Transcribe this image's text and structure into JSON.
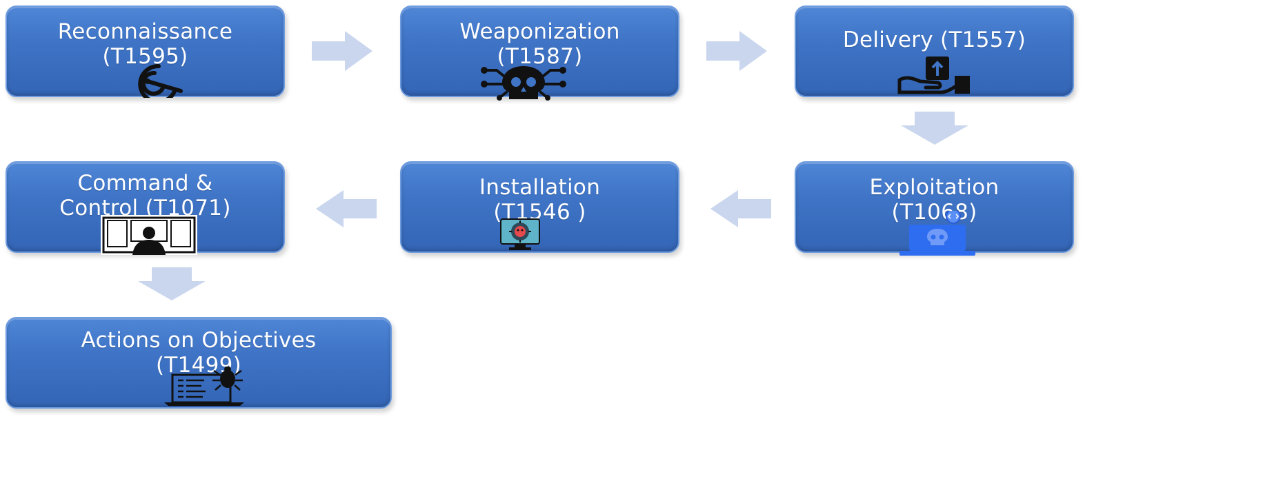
{
  "stages": [
    {
      "id": "reconnaissance",
      "line1": "Reconnaissance",
      "line2": "(T1595)",
      "icon": "radar-icon"
    },
    {
      "id": "weaponization",
      "line1": "Weaponization",
      "line2": "(T1587)",
      "icon": "circuit-skull-icon"
    },
    {
      "id": "delivery",
      "line1": "Delivery (T1557)",
      "line2": "",
      "icon": "hand-package-icon"
    },
    {
      "id": "exploitation",
      "line1": "Exploitation",
      "line2": "(T1068)",
      "icon": "laptop-skull-code-icon"
    },
    {
      "id": "installation",
      "line1": "Installation",
      "line2": "(T1546 )",
      "icon": "monitor-virus-icon"
    },
    {
      "id": "command-control",
      "line1": "Command &",
      "line2": "Control (T1071)",
      "icon": "operator-screens-icon"
    },
    {
      "id": "actions-on-objectives",
      "line1": "Actions on Objectives",
      "line2": "(T1499)",
      "icon": "laptop-bug-icon"
    }
  ],
  "colors": {
    "box_fill": "#3f74c6",
    "box_border": "#6e9ce0",
    "arrow_fill": "#c9d6ee",
    "text": "#ffffff"
  }
}
